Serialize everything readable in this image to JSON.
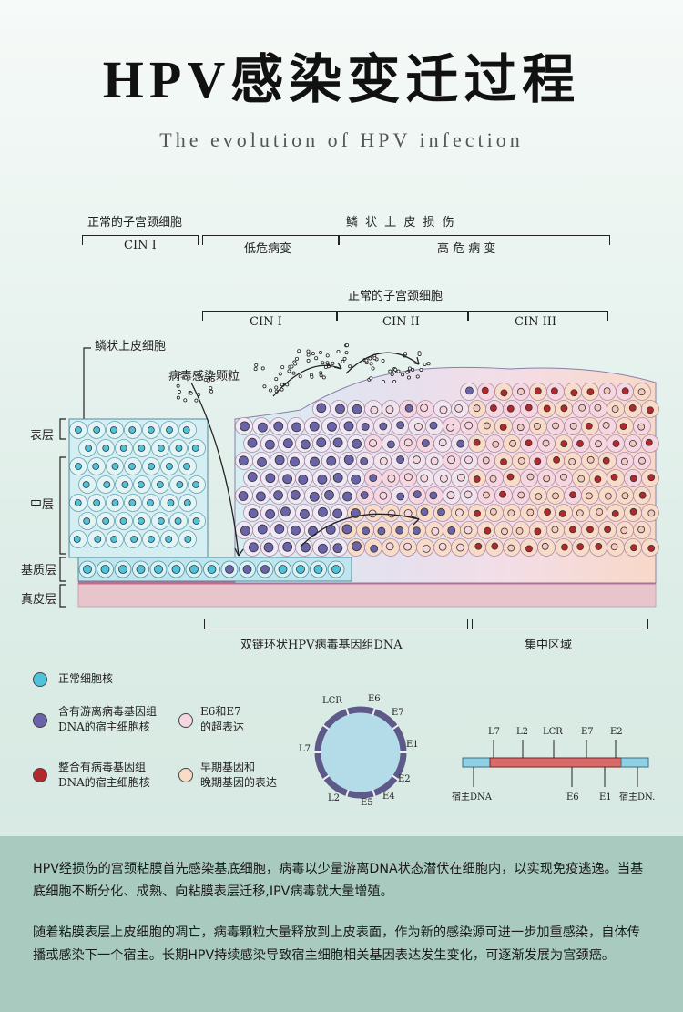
{
  "header": {
    "title": "HPV感染变迁过程",
    "subtitle": "The evolution of HPV infection"
  },
  "top_labels": {
    "normal_cervix_cells": "正常的子宫颈细胞",
    "squamous_lesion": "鳞 状 上 皮 损 伤",
    "cin1": "CIN I",
    "low_risk": "低危病变",
    "high_risk": "高 危 病 变",
    "normal_cervix_cells_2": "正常的子宫颈细胞",
    "cin1_b": "CIN I",
    "cin2": "CIN II",
    "cin3": "CIN III"
  },
  "side_labels": {
    "squamous_cell": "鳞状上皮细胞",
    "virus_particles": "病毒感染颗粒",
    "surface": "表层",
    "middle": "中层",
    "basal": "基质层",
    "dermis": "真皮层"
  },
  "bottom_labels": {
    "circular_dna": "双链环状HPV病毒基因组DNA",
    "concentrated": "集中区域"
  },
  "legend": {
    "normal_nucleus": "正常细胞核",
    "episomal_line1": "含有游离病毒基因组",
    "episomal_line2": "DNA的宿主细胞核",
    "e6e7_line1": "E6和E7",
    "e6e7_line2": "的超表达",
    "integrated_line1": "整合有病毒基因组",
    "integrated_line2": "DNA的宿主细胞核",
    "early_late_line1": "早期基因和",
    "early_late_line2": "晚期基因的表达"
  },
  "colors": {
    "normal": "#4fc3dc",
    "episomal": "#6a63a8",
    "integrated": "#b4282d",
    "e6e7": "#f6d6e0",
    "early_late": "#f8dcc8"
  },
  "circle_genome": {
    "labels": [
      "LCR",
      "E6",
      "E7",
      "E1",
      "E2",
      "E4",
      "E5",
      "L2",
      "L7"
    ]
  },
  "linear_genome": {
    "top_labels": [
      "L7",
      "L2",
      "LCR",
      "E7",
      "E2"
    ],
    "bottom_labels": [
      "宿主DNA",
      "E6",
      "E1",
      "宿主DN."
    ]
  },
  "description": {
    "p1": "HPV经损伤的宫颈粘膜首先感染基底细胞，病毒以少量游离DNA状态潜伏在细胞内，以实现免疫逃逸。当基底细胞不断分化、成熟、向粘膜表层迁移,IPV病毒就大量增殖。",
    "p2": "随着粘膜表层上皮细胞的凋亡，病毒颗粒大量释放到上皮表面，作为新的感染源可进一步加重感染，自体传播或感染下一个宿主。长期HPV持续感染导致宿主细胞相关基因表达发生变化，可逐渐发展为宫颈癌。"
  }
}
